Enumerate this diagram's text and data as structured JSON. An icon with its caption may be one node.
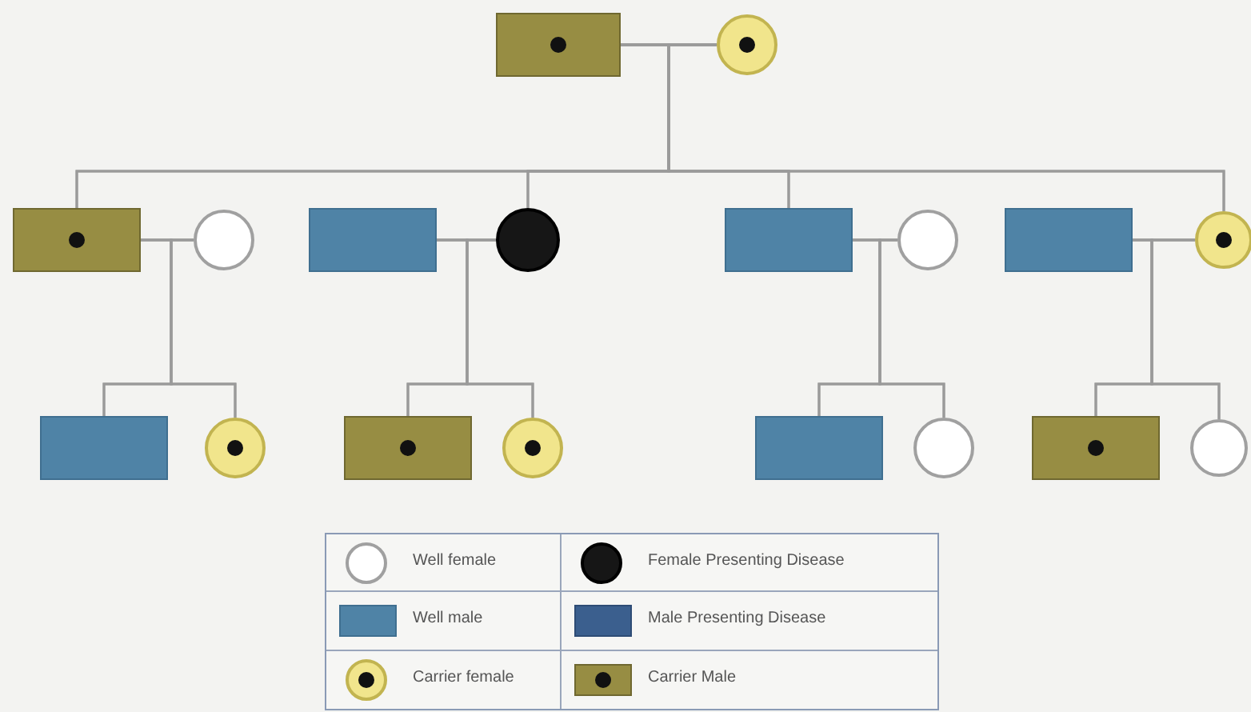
{
  "diagram": {
    "nodes": [
      {
        "text": [],
        "shape": "box"
      },
      {
        "text": [],
        "shape": "circle"
      },
      {
        "text": [],
        "shape": "box"
      },
      {
        "text": [],
        "shape": "circle"
      },
      {
        "text": [],
        "shape": "box"
      },
      {
        "text": [],
        "shape": "circle"
      },
      {
        "text": [],
        "shape": "box"
      },
      {
        "text": [],
        "shape": "circle"
      },
      {
        "text": [],
        "shape": "box"
      },
      {
        "text": [],
        "shape": "circle"
      },
      {
        "text": [],
        "shape": "box"
      },
      {
        "text": [],
        "shape": "circle"
      },
      {
        "text": [],
        "shape": "box"
      },
      {
        "text": [],
        "shape": "circle"
      },
      {
        "text": [],
        "shape": "box"
      },
      {
        "text": [],
        "shape": "circle"
      },
      {
        "text": [],
        "shape": "box"
      },
      {
        "text": [],
        "shape": "circle"
      }
    ],
    "edges": [
      {
        "from": 0,
        "to": 1,
        "arrow": "none"
      },
      {
        "from": 0,
        "to": 2,
        "arrow": "none"
      },
      {
        "from": 1,
        "to": 2,
        "arrow": "none"
      },
      {
        "from": 0,
        "to": 5,
        "arrow": "none"
      },
      {
        "from": 1,
        "to": 5,
        "arrow": "none"
      },
      {
        "from": 0,
        "to": 6,
        "arrow": "none"
      },
      {
        "from": 1,
        "to": 6,
        "arrow": "none"
      },
      {
        "from": 0,
        "to": 9,
        "arrow": "none"
      },
      {
        "from": 1,
        "to": 9,
        "arrow": "none"
      },
      {
        "from": 2,
        "to": 3,
        "arrow": "none"
      },
      {
        "from": 4,
        "to": 5,
        "arrow": "none"
      },
      {
        "from": 6,
        "to": 7,
        "arrow": "none"
      },
      {
        "from": 8,
        "to": 9,
        "arrow": "none"
      },
      {
        "from": 2,
        "to": 10,
        "arrow": "none"
      },
      {
        "from": 3,
        "to": 10,
        "arrow": "none"
      },
      {
        "from": 2,
        "to": 11,
        "arrow": "none"
      },
      {
        "from": 3,
        "to": 11,
        "arrow": "none"
      },
      {
        "from": 4,
        "to": 12,
        "arrow": "none"
      },
      {
        "from": 5,
        "to": 12,
        "arrow": "none"
      },
      {
        "from": 4,
        "to": 13,
        "arrow": "none"
      },
      {
        "from": 5,
        "to": 13,
        "arrow": "none"
      },
      {
        "from": 6,
        "to": 14,
        "arrow": "none"
      },
      {
        "from": 7,
        "to": 14,
        "arrow": "none"
      },
      {
        "from": 6,
        "to": 15,
        "arrow": "none"
      },
      {
        "from": 7,
        "to": 15,
        "arrow": "none"
      },
      {
        "from": 8,
        "to": 16,
        "arrow": "none"
      },
      {
        "from": 9,
        "to": 16,
        "arrow": "none"
      },
      {
        "from": 8,
        "to": 17,
        "arrow": "none"
      },
      {
        "from": 9,
        "to": 17,
        "arrow": "none"
      }
    ],
    "legend": [
      {
        "text": "Well female"
      },
      {
        "text": "Female Presenting Disease"
      },
      {
        "text": "Well male"
      },
      {
        "text": "Male Presenting Disease"
      },
      {
        "text": "Carrier female"
      },
      {
        "text": "Carrier Male"
      }
    ]
  }
}
